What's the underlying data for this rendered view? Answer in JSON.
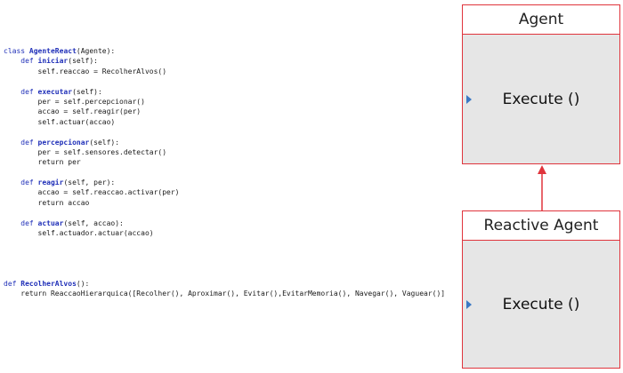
{
  "code_lines": [
    [
      {
        "t": "class ",
        "c": "kw"
      },
      {
        "t": "AgenteReact",
        "c": "fn"
      },
      {
        "t": "(Agente):",
        "c": "plain"
      }
    ],
    [
      {
        "t": "    def ",
        "c": "kw"
      },
      {
        "t": "iniciar",
        "c": "fn"
      },
      {
        "t": "(self):",
        "c": "plain"
      }
    ],
    [
      {
        "t": "        self.reaccao = RecolherAlvos()",
        "c": "plain"
      }
    ],
    [],
    [
      {
        "t": "    def ",
        "c": "kw"
      },
      {
        "t": "executar",
        "c": "fn"
      },
      {
        "t": "(self):",
        "c": "plain"
      }
    ],
    [
      {
        "t": "        per = self.percepcionar()",
        "c": "plain"
      }
    ],
    [
      {
        "t": "        accao = self.reagir(per)",
        "c": "plain"
      }
    ],
    [
      {
        "t": "        self.actuar(accao)",
        "c": "plain"
      }
    ],
    [],
    [
      {
        "t": "    def ",
        "c": "kw"
      },
      {
        "t": "percepcionar",
        "c": "fn"
      },
      {
        "t": "(self):",
        "c": "plain"
      }
    ],
    [
      {
        "t": "        per = self.sensores.detectar()",
        "c": "plain"
      }
    ],
    [
      {
        "t": "        return per",
        "c": "plain"
      }
    ],
    [],
    [
      {
        "t": "    def ",
        "c": "kw"
      },
      {
        "t": "reagir",
        "c": "fn"
      },
      {
        "t": "(self, per):",
        "c": "plain"
      }
    ],
    [
      {
        "t": "        accao = self.reaccao.activar(per)",
        "c": "plain"
      }
    ],
    [
      {
        "t": "        return accao",
        "c": "plain"
      }
    ],
    [],
    [
      {
        "t": "    def ",
        "c": "kw"
      },
      {
        "t": "actuar",
        "c": "fn"
      },
      {
        "t": "(self, accao):",
        "c": "plain"
      }
    ],
    [
      {
        "t": "        self.actuador.actuar(accao)",
        "c": "plain"
      }
    ],
    [],
    [],
    [],
    [],
    [
      {
        "t": "def ",
        "c": "kw"
      },
      {
        "t": "RecolherAlvos",
        "c": "fn"
      },
      {
        "t": "():",
        "c": "plain"
      }
    ],
    [
      {
        "t": "    return ReaccaoHierarquica([Recolher(), Aproximar(), Evitar(),EvitarMemoria(), Navegar(), Vaguear()]",
        "c": "plain"
      }
    ]
  ],
  "agent": {
    "title": "Agent",
    "method": "Execute ()"
  },
  "reactive_agent": {
    "title": "Reactive Agent",
    "method": "Execute ()"
  },
  "colors": {
    "border": "#e0343c",
    "arrow": "#e0343c",
    "keyword": "#1f2fb8",
    "marker": "#3b78c4"
  }
}
